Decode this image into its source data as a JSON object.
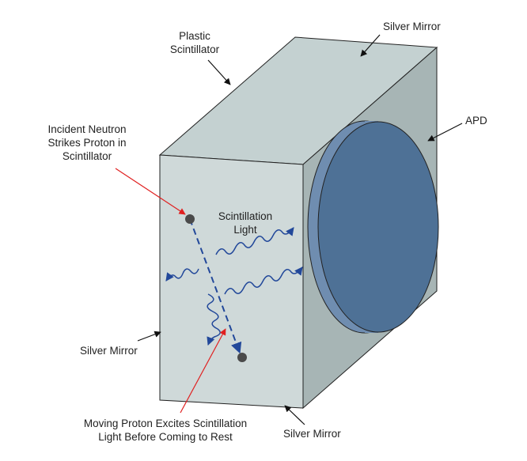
{
  "labels": {
    "plastic_1": "Plastic",
    "plastic_2": "Scintillator",
    "silver_top": "Silver Mirror",
    "apd": "APD",
    "incident_1": "Incident Neutron",
    "incident_2": "Strikes Proton in",
    "incident_3": "Scintillator",
    "scint_light_1": "Scintillation",
    "scint_light_2": "Light",
    "silver_left": "Silver Mirror",
    "moving_1": "Moving Proton Excites Scintillation",
    "moving_2": "Light Before Coming to Rest",
    "silver_bottom": "Silver Mirror"
  },
  "colors": {
    "front_face": "#cfd9d9",
    "top_face": "#c4d1d1",
    "side_face": "#a7b5b5",
    "apd_face": "#4e7196",
    "apd_rim": "#6f8db0",
    "proton": "#4a4a4a",
    "arrows": "#22489a",
    "red_leader": "#e02020",
    "black_leader": "#111111"
  }
}
